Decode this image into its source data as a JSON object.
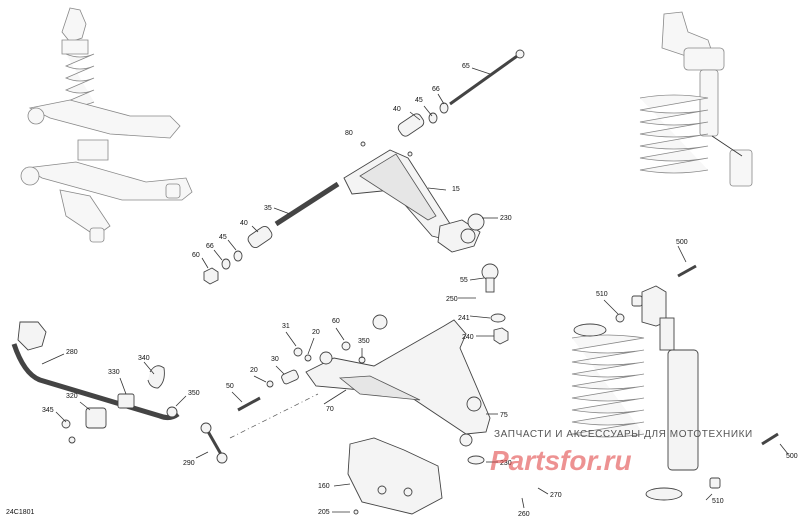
{
  "diagram": {
    "doc_code": "24C1801",
    "callouts": [
      {
        "id": "c65a",
        "text": "65"
      },
      {
        "id": "c40a",
        "text": "40"
      },
      {
        "id": "c45a",
        "text": "45"
      },
      {
        "id": "c66a",
        "text": "66"
      },
      {
        "id": "c80",
        "text": "80"
      },
      {
        "id": "c15",
        "text": "15"
      },
      {
        "id": "c230a",
        "text": "230"
      },
      {
        "id": "c35",
        "text": "35"
      },
      {
        "id": "c40b",
        "text": "40"
      },
      {
        "id": "c45b",
        "text": "45"
      },
      {
        "id": "c66b",
        "text": "66"
      },
      {
        "id": "c60a",
        "text": "60"
      },
      {
        "id": "c55",
        "text": "55"
      },
      {
        "id": "c250",
        "text": "250"
      },
      {
        "id": "c241",
        "text": "241"
      },
      {
        "id": "c240",
        "text": "240"
      },
      {
        "id": "c500a",
        "text": "500"
      },
      {
        "id": "c510a",
        "text": "510"
      },
      {
        "id": "c280",
        "text": "280"
      },
      {
        "id": "c340",
        "text": "340"
      },
      {
        "id": "c330",
        "text": "330"
      },
      {
        "id": "c320",
        "text": "320"
      },
      {
        "id": "c350a",
        "text": "350"
      },
      {
        "id": "c345",
        "text": "345"
      },
      {
        "id": "c290",
        "text": "290"
      },
      {
        "id": "c31",
        "text": "31"
      },
      {
        "id": "c20a",
        "text": "20"
      },
      {
        "id": "c60b",
        "text": "60"
      },
      {
        "id": "c350b",
        "text": "350"
      },
      {
        "id": "c30",
        "text": "30"
      },
      {
        "id": "c20b",
        "text": "20"
      },
      {
        "id": "c50",
        "text": "50"
      },
      {
        "id": "c70",
        "text": "70"
      },
      {
        "id": "c75",
        "text": "75"
      },
      {
        "id": "c230b",
        "text": "230"
      },
      {
        "id": "c160",
        "text": "160"
      },
      {
        "id": "c205",
        "text": "205"
      },
      {
        "id": "c270",
        "text": "270"
      },
      {
        "id": "c260",
        "text": "260"
      },
      {
        "id": "c500b",
        "text": "500"
      },
      {
        "id": "c510b",
        "text": "510"
      }
    ]
  },
  "watermark": {
    "tagline": "ЗАПЧАСТИ И АКСЕССУАРЫ ДЛЯ МОТОТЕХНИКИ",
    "logo": "Partsfor.ru"
  }
}
